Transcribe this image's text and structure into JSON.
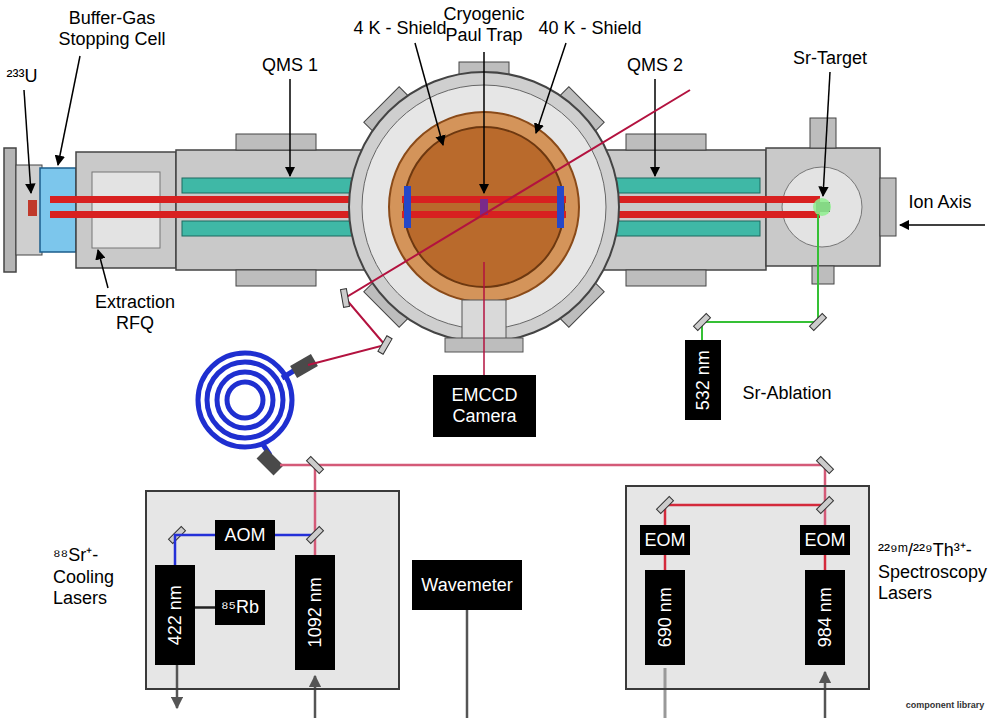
{
  "diagram": {
    "nodes": [
      {
        "text": [
          "EMCCD Camera"
        ]
      },
      {
        "text": [
          "532 nm"
        ]
      },
      {
        "text": [
          "⁸⁸Sr⁺-Cooling Lasers"
        ]
      },
      {
        "text": [
          "AOM"
        ],
        "in": 2
      },
      {
        "text": [
          "422 nm"
        ],
        "in": 2
      },
      {
        "text": [
          "⁸⁵Rb"
        ],
        "in": 2
      },
      {
        "text": [
          "1092 nm"
        ],
        "in": 2
      },
      {
        "text": [
          "Wavemeter"
        ]
      },
      {
        "text": [
          "²²⁹ᵐ/²²⁹Th³⁺-Spectroscopy Lasers"
        ]
      },
      {
        "text": [
          "EOM"
        ],
        "in": 8
      },
      {
        "text": [
          "EOM"
        ],
        "in": 8
      },
      {
        "text": [
          "690 nm"
        ],
        "in": 8
      },
      {
        "text": [
          "984 nm"
        ],
        "in": 8
      }
    ],
    "edges": [
      {
        "from": 4,
        "to": 3,
        "arrow": "none"
      },
      {
        "from": 4,
        "to": 5,
        "arrow": "none"
      },
      {
        "from": 11,
        "to": 9,
        "arrow": "none"
      },
      {
        "from": 12,
        "to": 10,
        "arrow": "none"
      }
    ],
    "labels": [
      "²³³U",
      "Buffer-Gas Stopping Cell",
      "QMS 1",
      "4 K - Shield",
      "Cryogenic Paul Trap",
      "40 K - Shield",
      "QMS 2",
      "Sr-Target",
      "Ion Axis",
      "Extraction RFQ",
      "Sr-Ablation",
      "component library"
    ]
  }
}
